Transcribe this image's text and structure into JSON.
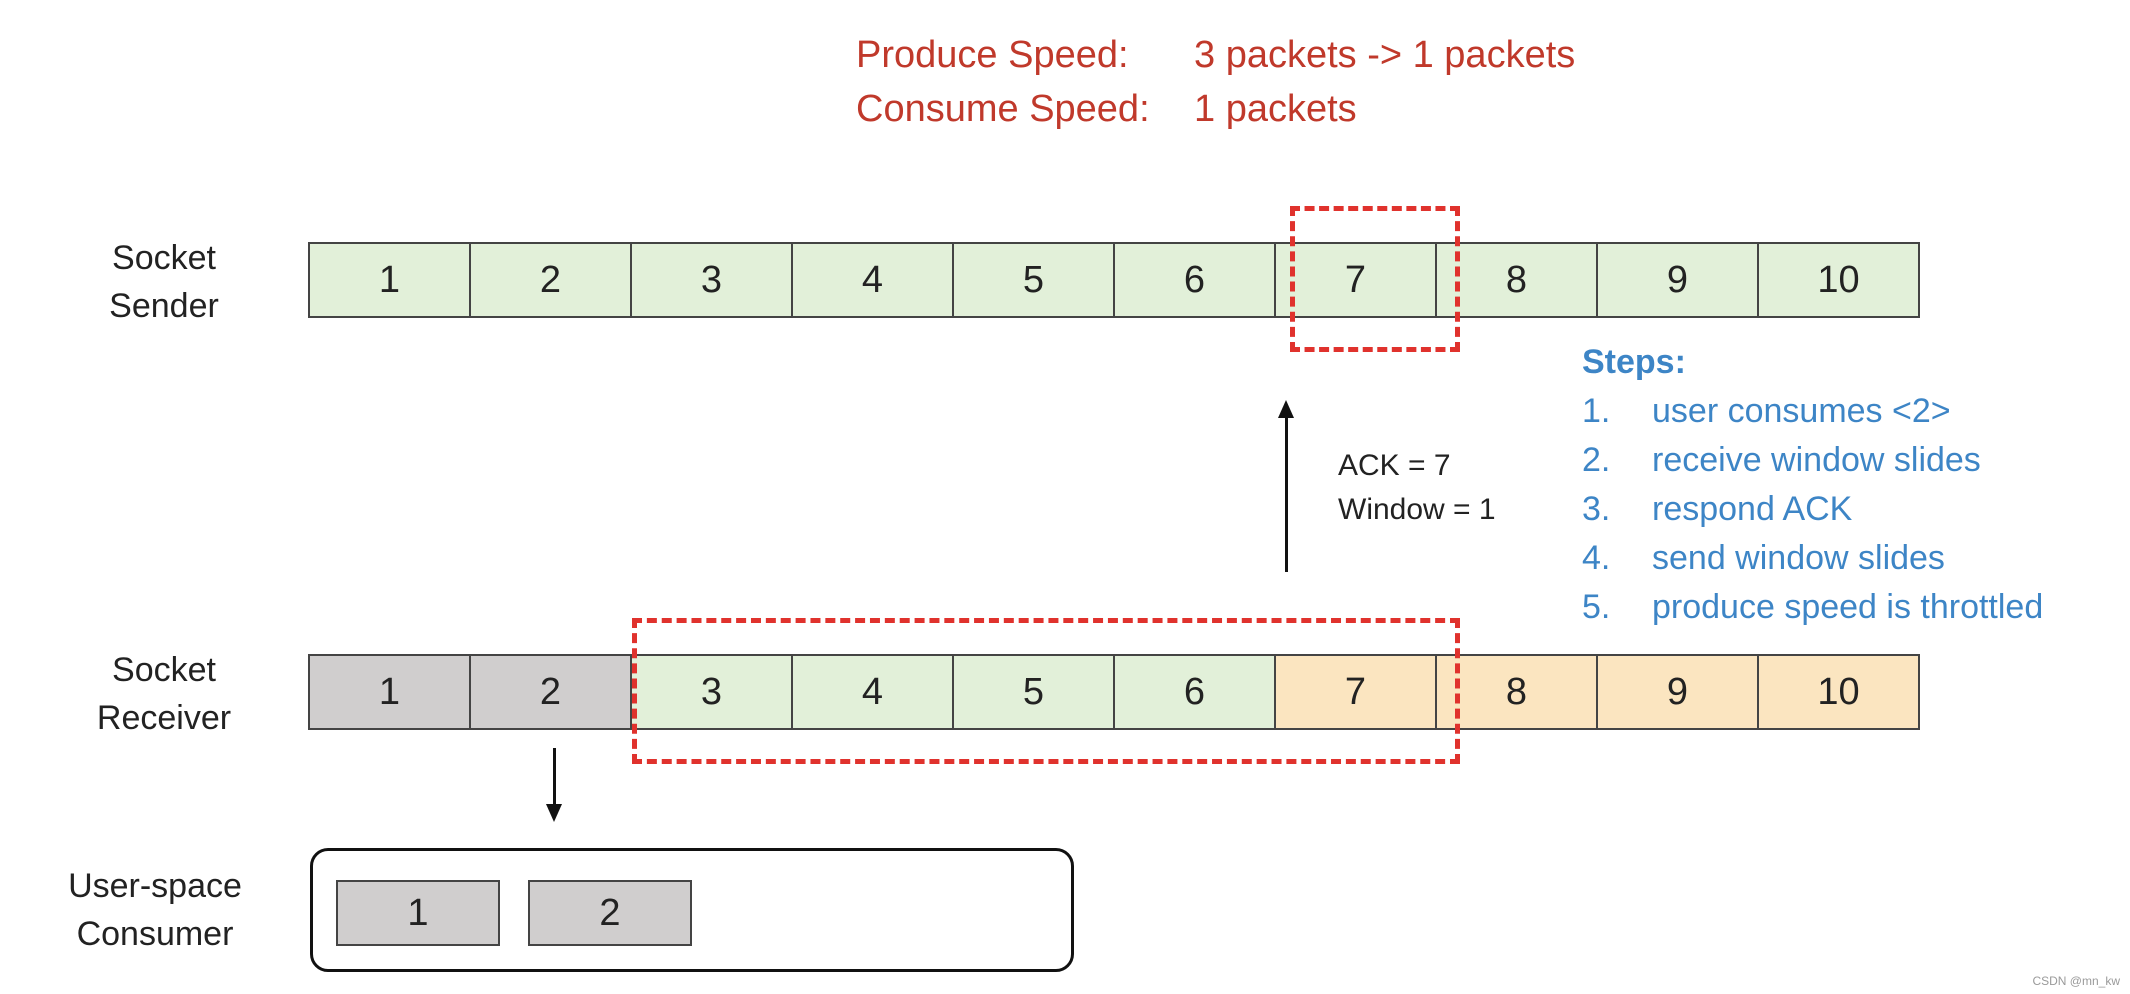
{
  "header": {
    "produce_label": "Produce Speed:",
    "produce_value": "3 packets -> 1 packets",
    "consume_label": "Consume Speed:",
    "consume_value": "1 packets"
  },
  "sender": {
    "label_line1": "Socket",
    "label_line2": "Sender",
    "packets": [
      "1",
      "2",
      "3",
      "4",
      "5",
      "6",
      "7",
      "8",
      "9",
      "10"
    ],
    "window_packets": [
      "7"
    ]
  },
  "receiver": {
    "label_line1": "Socket",
    "label_line2": "Receiver",
    "packets": [
      "1",
      "2",
      "3",
      "4",
      "5",
      "6",
      "7",
      "8",
      "9",
      "10"
    ],
    "window_packets": [
      "3",
      "4",
      "5",
      "6",
      "7"
    ]
  },
  "ack": {
    "ack_text": "ACK = 7",
    "window_text": "Window = 1"
  },
  "steps": {
    "title": "Steps:",
    "items": [
      {
        "num": "1.",
        "text": "user consumes <2>"
      },
      {
        "num": "2.",
        "text": "receive window slides"
      },
      {
        "num": "3.",
        "text": "respond ACK"
      },
      {
        "num": "4.",
        "text": "send window slides"
      },
      {
        "num": "5.",
        "text": "produce speed is throttled"
      }
    ]
  },
  "consumer": {
    "label_line1": "User-space",
    "label_line2": "Consumer",
    "packets": [
      "1",
      "2"
    ]
  },
  "watermark": "CSDN @mn_kw",
  "colors": {
    "sent_fill": "#e2f0d9",
    "consumed_fill": "#d0cece",
    "free_fill": "#fbe5c0",
    "window_dash": "#e0322d",
    "header_text": "#c0392b",
    "steps_text": "#3d85c6"
  }
}
